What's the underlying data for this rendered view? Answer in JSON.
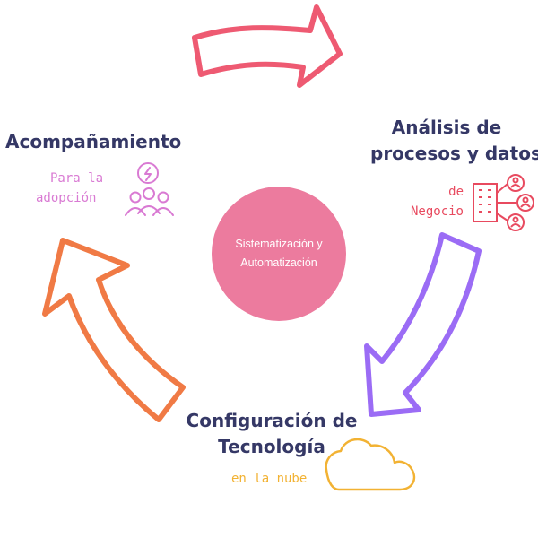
{
  "center": {
    "line1": "Sistematización y",
    "line2": "Automatización"
  },
  "stages": {
    "analysis": {
      "title_line1": "Análisis de",
      "title_line2": "procesos y datos",
      "sub_line1": "de",
      "sub_line2": "Negocio",
      "icon": "building-network-icon",
      "color": "#e84a5f"
    },
    "configuration": {
      "title_line1": "Configuración de",
      "title_line2": "Tecnología",
      "sub": "en la nube",
      "icon": "cloud-icon",
      "color": "#f2b233"
    },
    "accompaniment": {
      "title": "Acompañamiento",
      "sub_line1": "Para la",
      "sub_line2": "adopción",
      "icon": "team-idea-icon",
      "color": "#d97ad3"
    }
  },
  "colors": {
    "title_text": "#353866",
    "circle": "#ec7b9e",
    "arrow_top": "#ee5a72",
    "arrow_right": "#9b6cf5",
    "arrow_left": "#f07a45"
  }
}
